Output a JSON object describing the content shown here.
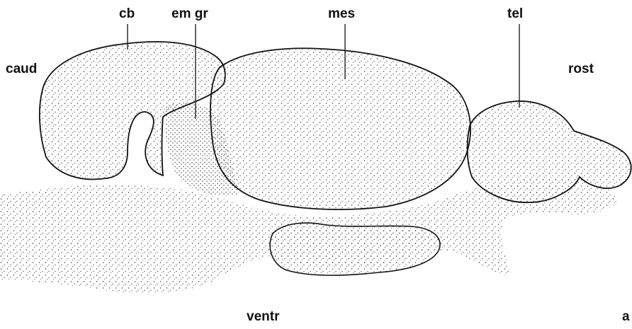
{
  "labels": {
    "cb": "cb",
    "em_gr": "em gr",
    "mes": "mes",
    "tel": "tel",
    "caud": "caud",
    "rost": "rost",
    "ventr": "ventr",
    "corner": "a"
  },
  "colors": {
    "ink": "#111111",
    "stipple": "#3a3a3a",
    "background": "#ffffff"
  }
}
